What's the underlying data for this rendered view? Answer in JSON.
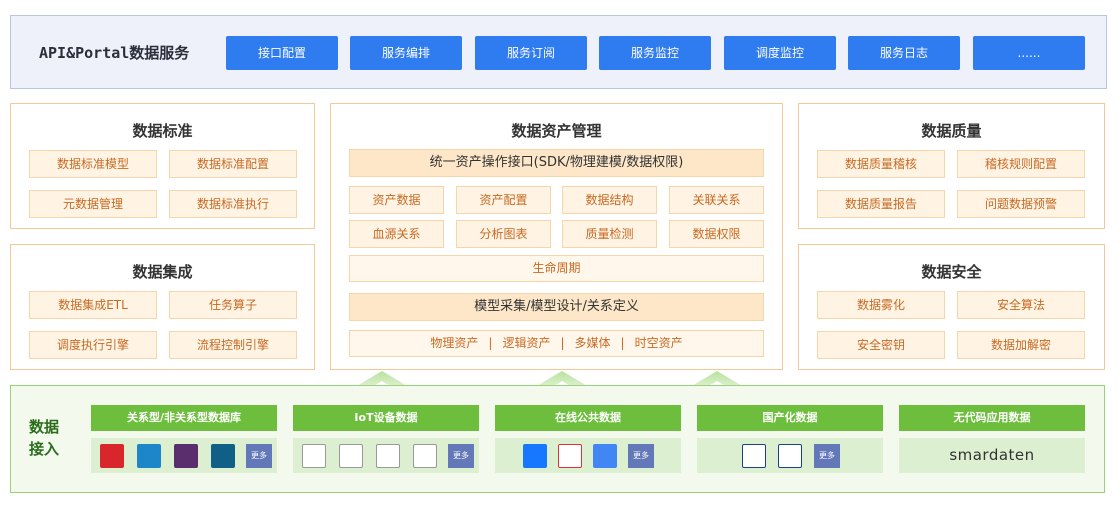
{
  "api": {
    "title": "API&Portal数据服务",
    "buttons": [
      "接口配置",
      "服务编排",
      "服务订阅",
      "服务监控",
      "调度监控",
      "服务日志",
      "......"
    ]
  },
  "standard": {
    "title": "数据标准",
    "items": [
      "数据标准模型",
      "数据标准配置",
      "元数据管理",
      "数据标准执行"
    ]
  },
  "integration": {
    "title": "数据集成",
    "items": [
      "数据集成ETL",
      "任务算子",
      "调度执行引擎",
      "流程控制引擎"
    ]
  },
  "asset": {
    "title": "数据资产管理",
    "interface": "统一资产操作接口(SDK/物理建模/数据权限)",
    "items": [
      "资产数据",
      "资产配置",
      "数据结构",
      "关联关系",
      "血源关系",
      "分析图表",
      "质量检测",
      "数据权限"
    ],
    "lifecycle": "生命周期",
    "model": "模型采集/模型设计/关系定义",
    "types": [
      "物理资产",
      "逻辑资产",
      "多媒体",
      "时空资产"
    ]
  },
  "quality": {
    "title": "数据质量",
    "items": [
      "数据质量稽核",
      "稽核规则配置",
      "数据质量报告",
      "问题数据预警"
    ]
  },
  "security": {
    "title": "数据安全",
    "items": [
      "数据雾化",
      "安全算法",
      "安全密钥",
      "数据加解密"
    ]
  },
  "ingest": {
    "title": "数据接入",
    "groups": [
      {
        "label": "关系型/非关系型数据库",
        "more": "更多"
      },
      {
        "label": "IoT设备数据",
        "more": "更多"
      },
      {
        "label": "在线公共数据",
        "more": "更多"
      },
      {
        "label": "国产化数据",
        "more": "更多"
      },
      {
        "label": "无代码应用数据",
        "brand": "smardaten"
      }
    ]
  }
}
